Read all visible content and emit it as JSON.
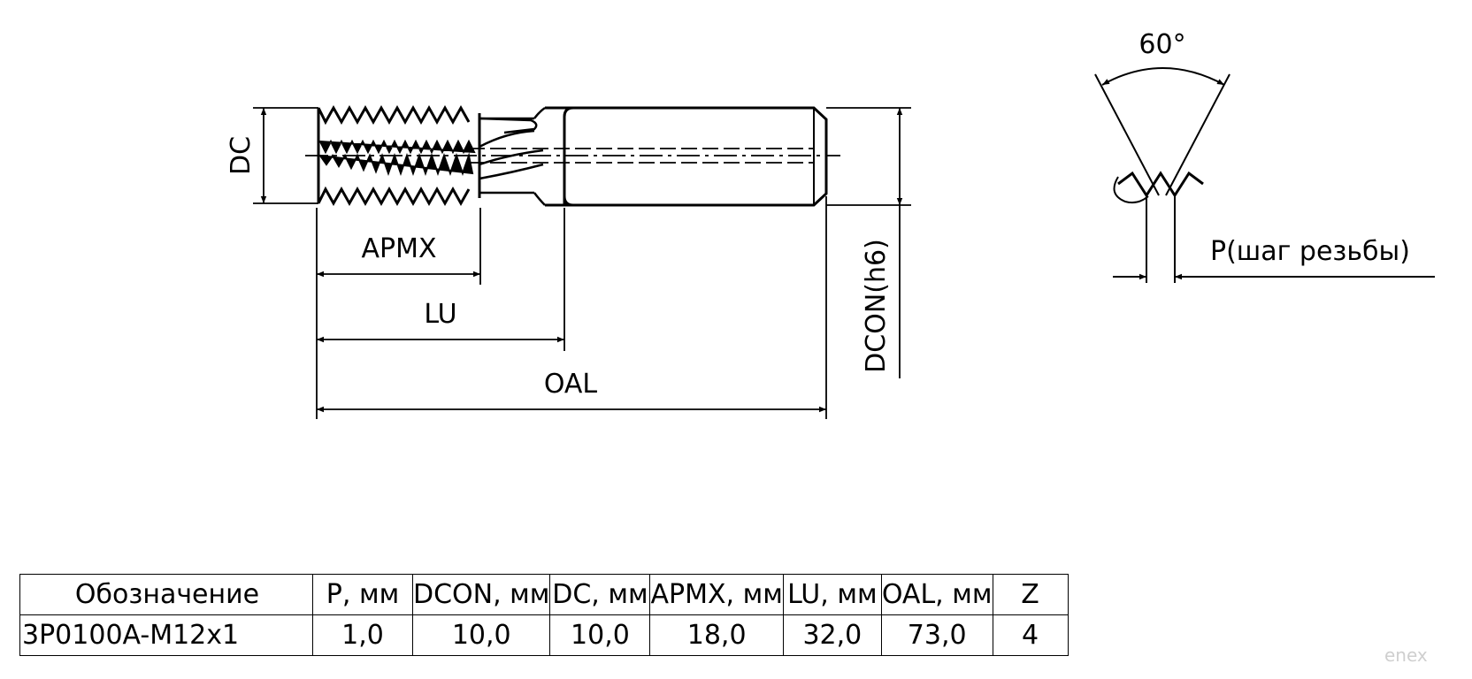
{
  "labels": {
    "dc": "DC",
    "apmx": "APMX",
    "lu": "LU",
    "oal": "OAL",
    "dcon": "DCON(h6)",
    "angle": "60°",
    "pitch": "P(шаг резьбы)"
  },
  "table": {
    "headers": [
      "Обозначение",
      "P, мм",
      "DCON, мм",
      "DC, мм",
      "APMX, мм",
      "LU, мм",
      "OAL, мм",
      "Z"
    ],
    "rows": [
      [
        "3P0100A-M12x1",
        "1,0",
        "10,0",
        "10,0",
        "18,0",
        "32,0",
        "73,0",
        "4"
      ]
    ]
  },
  "watermark": "enex"
}
